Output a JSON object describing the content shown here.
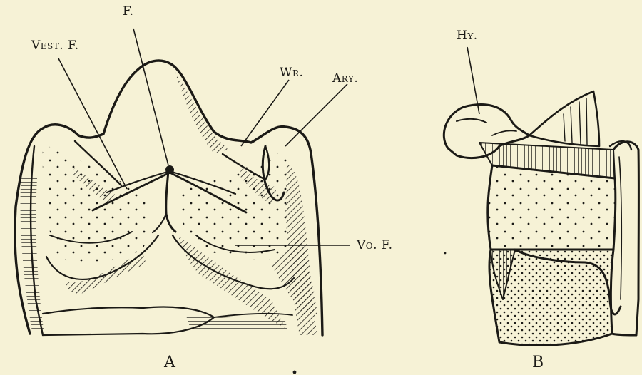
{
  "figure": {
    "panel_a": {
      "caption": "A",
      "labels": {
        "f": "F.",
        "vest_f": "Vest. F.",
        "wr": "Wr.",
        "ary": "Ary.",
        "vo_f": "Vo. F."
      }
    },
    "panel_b": {
      "caption": "B",
      "labels": {
        "hy": "Hy."
      }
    }
  }
}
